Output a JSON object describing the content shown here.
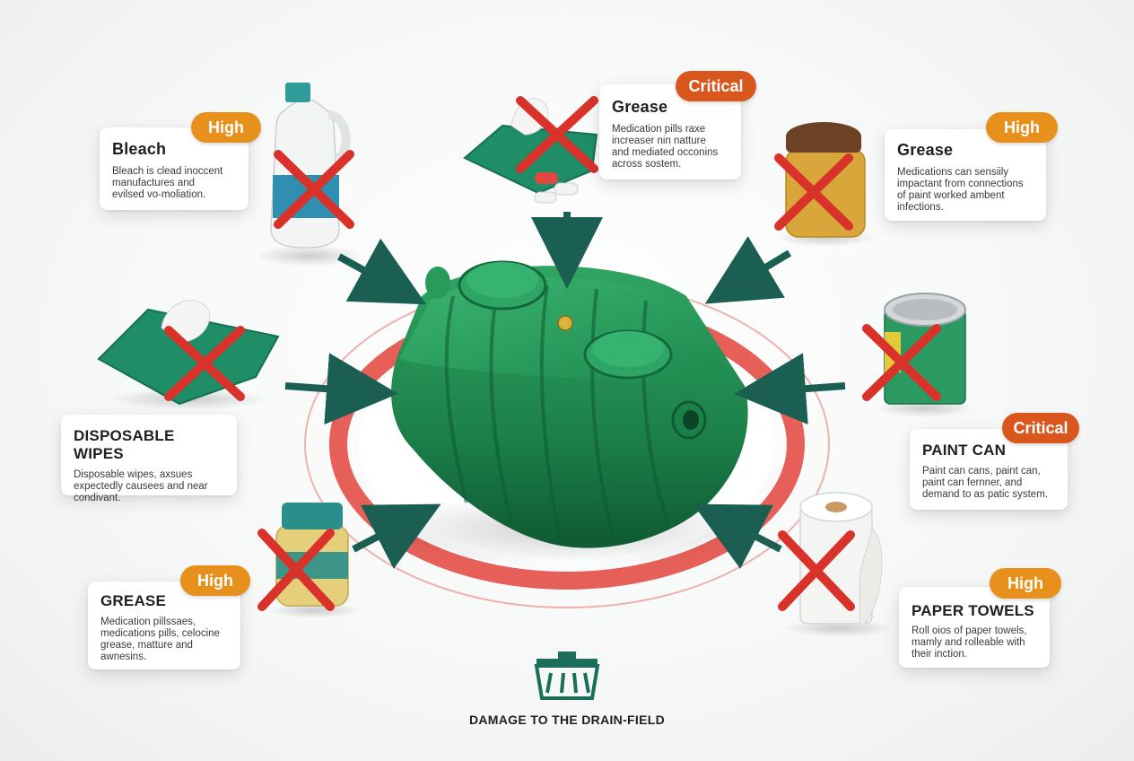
{
  "colors": {
    "tank": "#1f8a4e",
    "tank_dark": "#12653a",
    "arrow": "#1b5e52",
    "cross": "#d8322b",
    "ring": "#e5514b",
    "badge_high": "#e8901c",
    "badge_critical": "#d9561c"
  },
  "center": {
    "icon": "septic-tank-icon"
  },
  "items": [
    {
      "title": "Bleach",
      "badge": "High",
      "description": "Bleach is clead inoccent\nmanufactures and\nevilsed vo-moliation.",
      "icon": "bleach-bottle-icon"
    },
    {
      "title": "Grease",
      "badge": "Critical",
      "description": "Medication pills raxe\nincreaser nin natture\nand mediated occonins\nacross sostem.",
      "icon": "wipes-and-pills-icon"
    },
    {
      "title": "Grease",
      "badge": "High",
      "description": "Medications can sensiily\nimpactant from connections\nof paint worked ambent\ninfections.",
      "icon": "grease-jar-icon"
    },
    {
      "title": "DISPOSABLE WIPES",
      "badge": "",
      "description": "Disposable wipes, axsues\nexpectedly causees and near\ncondivant.",
      "icon": "wipes-pack-icon"
    },
    {
      "title": "PAINT CAN",
      "badge": "Critical",
      "description": "Paint can cans, paint can,\npaint can fernner, and\ndemand to as patic system.",
      "icon": "paint-can-icon"
    },
    {
      "title": "GREASE",
      "badge": "High",
      "description": "Medication pillssaes,\nmedications pills, celocine\ngrease, matture and\nawnesins.",
      "icon": "jar-icon"
    },
    {
      "title": "PAPER TOWELS",
      "badge": "High",
      "description": "Roll oios of paper towels,\nmamly and rolleable with\ntheir inction.",
      "icon": "paper-towel-roll-icon"
    }
  ],
  "footer": {
    "label": "DAMAGE TO THE DRAIN-FIELD",
    "icon": "drain-field-icon"
  }
}
